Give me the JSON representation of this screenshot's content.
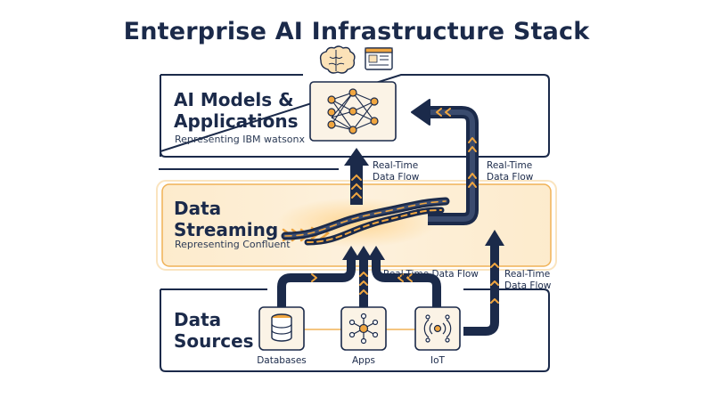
{
  "title": "Enterprise AI Infrastructure Stack",
  "layers": {
    "ai": {
      "title_line1": "AI Models &",
      "title_line2": "Applications",
      "subtitle": "Representing IBM watsonx"
    },
    "streaming": {
      "title_line1": "Data",
      "title_line2": "Streaming",
      "subtitle": "Representing Confluent"
    },
    "sources": {
      "title_line1": "Data",
      "title_line2": "Sources"
    }
  },
  "flow_labels": {
    "upper_left": {
      "line1": "Real-Time",
      "line2": "Data Flow"
    },
    "upper_right": {
      "line1": "Real-Time",
      "line2": "Data Flow"
    },
    "lower_middle": "Real-Time Data Flow",
    "lower_right": {
      "line1": "Real-Time",
      "line2": "Data Flow"
    }
  },
  "sources": [
    {
      "label": "Databases",
      "icon": "database-icon"
    },
    {
      "label": "Apps",
      "icon": "apps-network-icon"
    },
    {
      "label": "IoT",
      "icon": "iot-sensor-icon"
    }
  ],
  "icons": [
    "brain-icon",
    "dashboard-window-icon",
    "neural-network-icon"
  ],
  "colors": {
    "navy": "#1b2a4a",
    "orange": "#f0a640",
    "streaming_bg": "#fdf1dd",
    "panel_border": "#1b2a4a"
  }
}
